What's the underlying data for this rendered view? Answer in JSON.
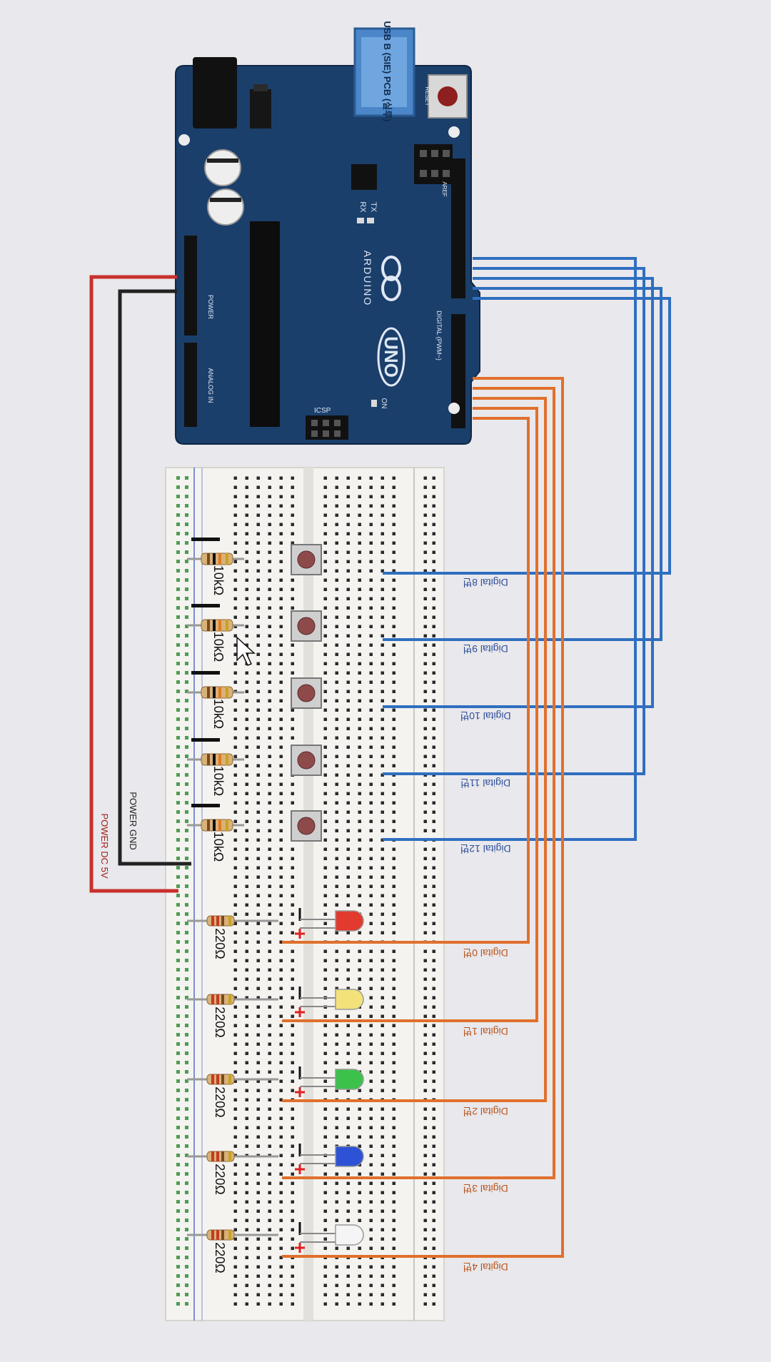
{
  "board": {
    "usb_label": "USB B (SIE) PCB (실루)",
    "brand": "ARDUINO",
    "model": "UNO",
    "reset_label": "RESET",
    "tx_label": "TX",
    "rx_label": "RX",
    "on_label": "ON",
    "icsp_label": "ICSP",
    "aref_label": "AREF",
    "digital_label": "DIGITAL (PWM~)",
    "power_label": "POWER",
    "analog_label": "ANALOG IN"
  },
  "power_labels": {
    "gnd": "POWER GND",
    "vcc": "POWER DC 5V"
  },
  "colors": {
    "board": "#1b3f6b",
    "blue_wire": "#2f6fc0",
    "orange_wire": "#e0702c",
    "red_wire": "#c8312b",
    "black_wire": "#222222",
    "breadboard": "#f4f3f0",
    "hole_green": "#4f9c55"
  },
  "buttons": [
    {
      "resistor": "10kΩ",
      "wire_label": "Digital 8번"
    },
    {
      "resistor": "10kΩ",
      "wire_label": "Digital 9번"
    },
    {
      "resistor": "10kΩ",
      "wire_label": "Digital 10번"
    },
    {
      "resistor": "10kΩ",
      "wire_label": "Digital 11번"
    },
    {
      "resistor": "10kΩ",
      "wire_label": "Digital 12번"
    }
  ],
  "leds": [
    {
      "resistor": "220Ω",
      "wire_label": "Digital 0번",
      "color": "red"
    },
    {
      "resistor": "220Ω",
      "wire_label": "Digital 1번",
      "color": "yellow"
    },
    {
      "resistor": "220Ω",
      "wire_label": "Digital 2번",
      "color": "green"
    },
    {
      "resistor": "220Ω",
      "wire_label": "Digital 3번",
      "color": "blue"
    },
    {
      "resistor": "220Ω",
      "wire_label": "Digital 4번",
      "color": "white"
    }
  ]
}
